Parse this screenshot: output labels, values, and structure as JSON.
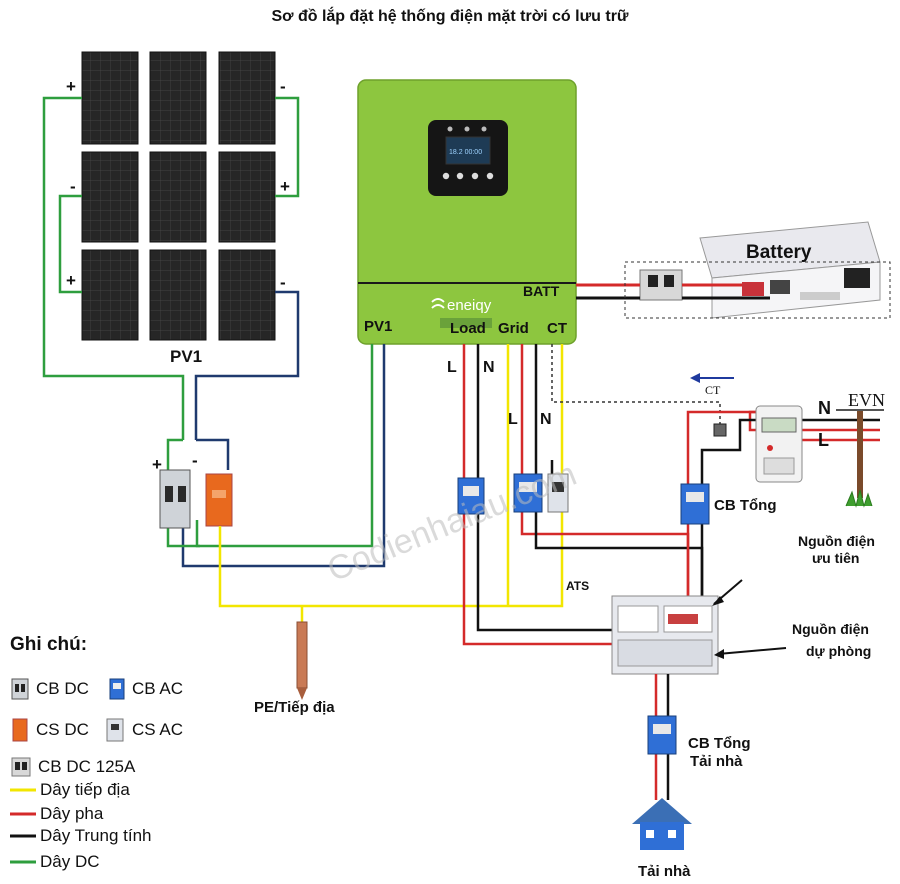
{
  "title": "Sơ đồ lắp đặt hệ thống điện mặt trời có lưu trữ",
  "pv": {
    "label": "PV1",
    "signs": [
      "+",
      "-",
      "-",
      "+",
      "+",
      "-"
    ]
  },
  "inverter": {
    "brand": "eneiqy",
    "ports": {
      "pv": "PV1",
      "load": "Load",
      "grid": "Grid",
      "ct": "CT",
      "batt": "BATT"
    }
  },
  "battery": {
    "label": "Battery"
  },
  "wire_letters": {
    "load_L": "L",
    "load_N": "N",
    "grid_L": "L",
    "grid_N": "N",
    "evn_N": "N",
    "evn_L": "L",
    "ct": "CT"
  },
  "dc_breaker_signs": {
    "plus": "+",
    "minus": "-"
  },
  "labels": {
    "evn": "EVN",
    "cb_tong": "CB Tổng",
    "nguon_uu_tien": [
      "Nguồn điện",
      "ưu tiên"
    ],
    "nguon_du_phong": [
      "Nguồn điện",
      "dự phòng"
    ],
    "ats": "ATS",
    "cb_tai_nha": [
      "CB Tổng",
      "Tải nhà"
    ],
    "tai_nha": "Tải nhà",
    "pe": "PE/Tiếp địa"
  },
  "watermark": "Codienhaiau.com",
  "legend": {
    "title": "Ghi chú:",
    "devices": [
      {
        "label": "CB DC",
        "icon": "cb-dc-icon"
      },
      {
        "label": "CB AC",
        "icon": "cb-ac-icon"
      },
      {
        "label": "CS DC",
        "icon": "cs-dc-icon"
      },
      {
        "label": "CS AC",
        "icon": "cs-ac-icon"
      },
      {
        "label": "CB DC 125A",
        "icon": "cb-dc-125a-icon"
      }
    ],
    "wires": [
      {
        "label": "Dây tiếp địa",
        "color": "#f2e600"
      },
      {
        "label": "Dây pha",
        "color": "#d42a2a"
      },
      {
        "label": "Dây Trung tính",
        "color": "#111111"
      },
      {
        "label": "Dây DC",
        "color": "#2e9e3e"
      }
    ]
  },
  "colors": {
    "inverter_green": "#8dc63f",
    "ground": "#f2e600",
    "phase": "#d42a2a",
    "neutral": "#111111",
    "dc": "#2e9e3e",
    "dc_dark": "#1f3a6e",
    "panel": "#2a2a2a",
    "breaker_blue": "#2f6fd6",
    "spd_orange": "#e8691e"
  }
}
